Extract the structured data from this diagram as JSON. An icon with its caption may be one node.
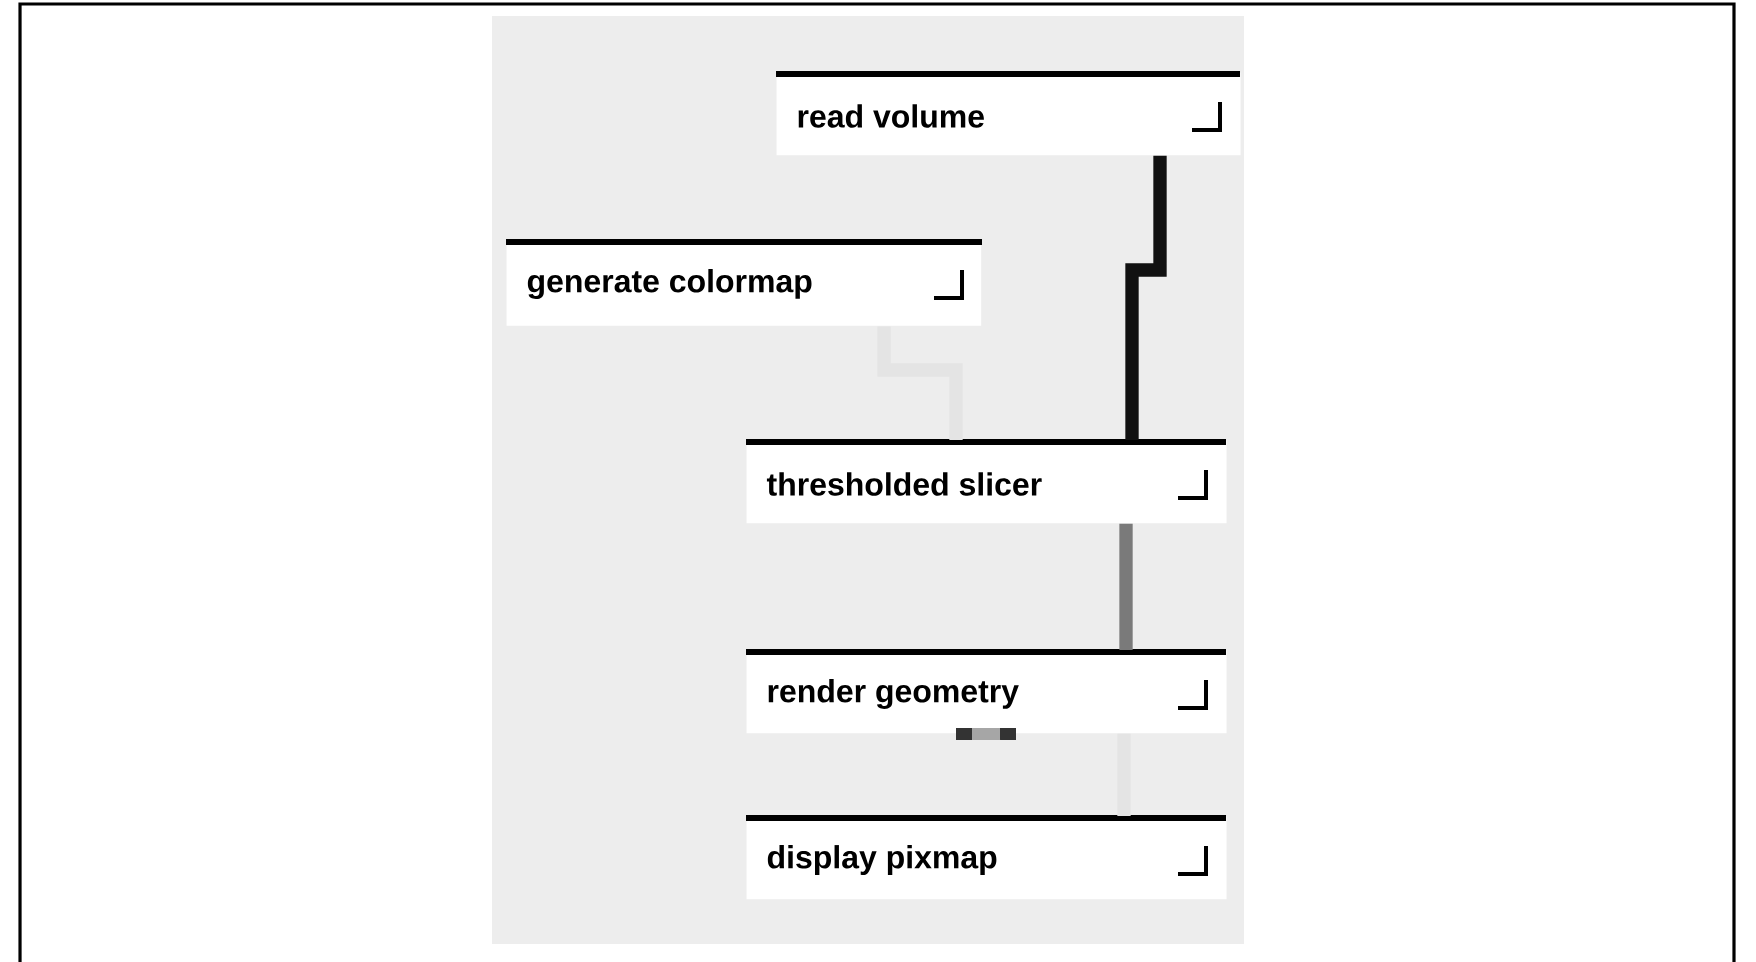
{
  "diagram": {
    "nodes": [
      {
        "text": [
          "read volume"
        ]
      },
      {
        "text": [
          "generate colormap"
        ]
      },
      {
        "text": [
          "thresholded slicer"
        ]
      },
      {
        "text": [
          "render geometry"
        ]
      },
      {
        "text": [
          "display pixmap"
        ]
      }
    ],
    "edges": [
      {
        "from": 0,
        "to": 2,
        "arrow": "none",
        "color": "#111111"
      },
      {
        "from": 1,
        "to": 2,
        "arrow": "none",
        "color": "#e4e4e4"
      },
      {
        "from": 2,
        "to": 3,
        "arrow": "none",
        "color": "#7a7a7a"
      },
      {
        "from": 3,
        "to": 4,
        "arrow": "none",
        "color": "#e4e4e4"
      }
    ]
  }
}
